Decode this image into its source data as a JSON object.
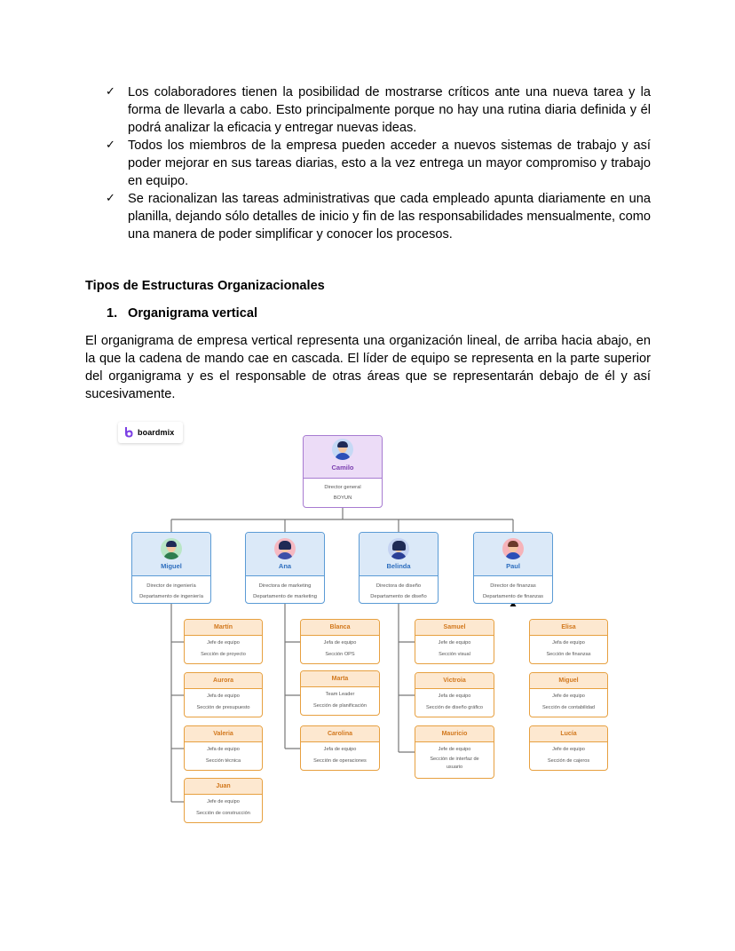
{
  "bullets": [
    "Los colaboradores tienen la posibilidad de mostrarse críticos ante una nueva tarea y la forma de llevarla a cabo. Esto principalmente porque no hay una rutina diaria definida y él podrá analizar la eficacia y entregar nuevas ideas.",
    "Todos los miembros de la empresa pueden acceder a nuevos sistemas de trabajo y así poder mejorar en sus tareas diarias, esto a la vez entrega un mayor compromiso y trabajo en equipo.",
    "Se racionalizan las tareas administrativas que cada empleado apunta diariamente en una planilla, dejando sólo detalles de inicio y fin de las responsabilidades mensualmente, como una manera de poder simplificar y conocer los procesos."
  ],
  "check_glyph": "✓",
  "section_title": "Tipos de Estructuras Organizacionales",
  "subsection": {
    "number": "1.",
    "title": "Organigrama vertical"
  },
  "paragraph": "El organigrama de empresa vertical representa una organización lineal, de arriba hacia abajo, en la que la cadena de mando cae en cascada. El líder de equipo se representa en la parte superior del organigrama y es el responsable de otras áreas que se representarán debajo de él y así sucesivamente.",
  "logo": {
    "text": "boardmix",
    "icon": "boardmix-logo-icon",
    "accent": "#7b3fe4"
  },
  "chart": {
    "colors": {
      "top": "#a77bd1",
      "manager": "#5b9bd5",
      "lead": "#e7a040",
      "lines": "#777777"
    },
    "top": {
      "name": "Camilo",
      "role": "Director general",
      "org": "BOYUN"
    },
    "managers": [
      {
        "name": "Miguel",
        "role": "Director de ingeniería",
        "dept": "Departamento de ingeniería"
      },
      {
        "name": "Ana",
        "role": "Directora de marketing",
        "dept": "Departamento de marketing"
      },
      {
        "name": "Belinda",
        "role": "Directora de diseño",
        "dept": "Departamento de diseño"
      },
      {
        "name": "Paul",
        "role": "Director de finanzas",
        "dept": "Departamento de finanzas"
      }
    ],
    "columns": [
      [
        {
          "name": "Martín",
          "role": "Jefe de equipo",
          "sect": "Sección de proyecto"
        },
        {
          "name": "Aurora",
          "role": "Jefa de equipo",
          "sect": "Sección de presupuesto"
        },
        {
          "name": "Valeria",
          "role": "Jefa de equipo",
          "sect": "Sección técnica"
        },
        {
          "name": "Juan",
          "role": "Jefe de equipo",
          "sect": "Sección de construcción"
        }
      ],
      [
        {
          "name": "Blanca",
          "role": "Jefa de equipo",
          "sect": "Sección OPS"
        },
        {
          "name": "Marta",
          "role": "Team Leader",
          "sect": "Sección de planificación"
        },
        {
          "name": "Carolina",
          "role": "Jefa de equipo",
          "sect": "Sección de operaciones"
        }
      ],
      [
        {
          "name": "Samuel",
          "role": "Jefe de equipo",
          "sect": "Sección visual"
        },
        {
          "name": "Victroia",
          "role": "Jefa de equipo",
          "sect": "Sección de diseño gráfico"
        },
        {
          "name": "Mauricio",
          "role": "Jefe de equipo",
          "sect": "Sección de interfaz de usuario"
        }
      ],
      [
        {
          "name": "Elisa",
          "role": "Jefa de equipo",
          "sect": "Sección de finanzas"
        },
        {
          "name": "Miguel",
          "role": "Jefe de equipo",
          "sect": "Sección de contabilidad"
        },
        {
          "name": "Lucía",
          "role": "Jefe de equipo",
          "sect": "Sección de cajeros"
        }
      ]
    ]
  }
}
